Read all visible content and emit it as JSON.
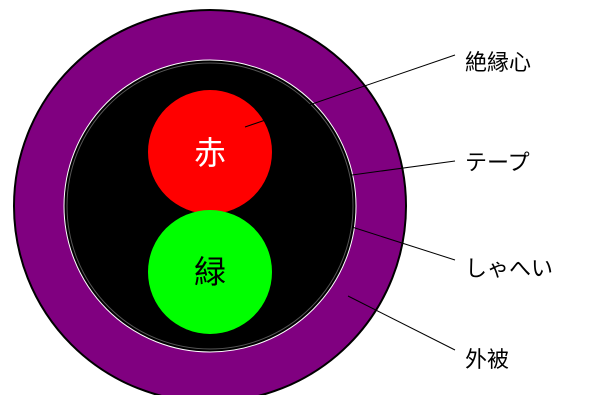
{
  "diagram": {
    "cores": [
      {
        "text": "赤",
        "color": "#ff0000"
      },
      {
        "text": "緑",
        "color": "#00ff00"
      }
    ],
    "labels": {
      "insulated_core": "絶縁心",
      "tape": "テープ",
      "shield": "しゃへい",
      "sheath": "外被"
    },
    "colors": {
      "sheath": "#800080",
      "filler": "#000000",
      "core_text": "#ffffff",
      "leader_line": "#000000"
    }
  }
}
